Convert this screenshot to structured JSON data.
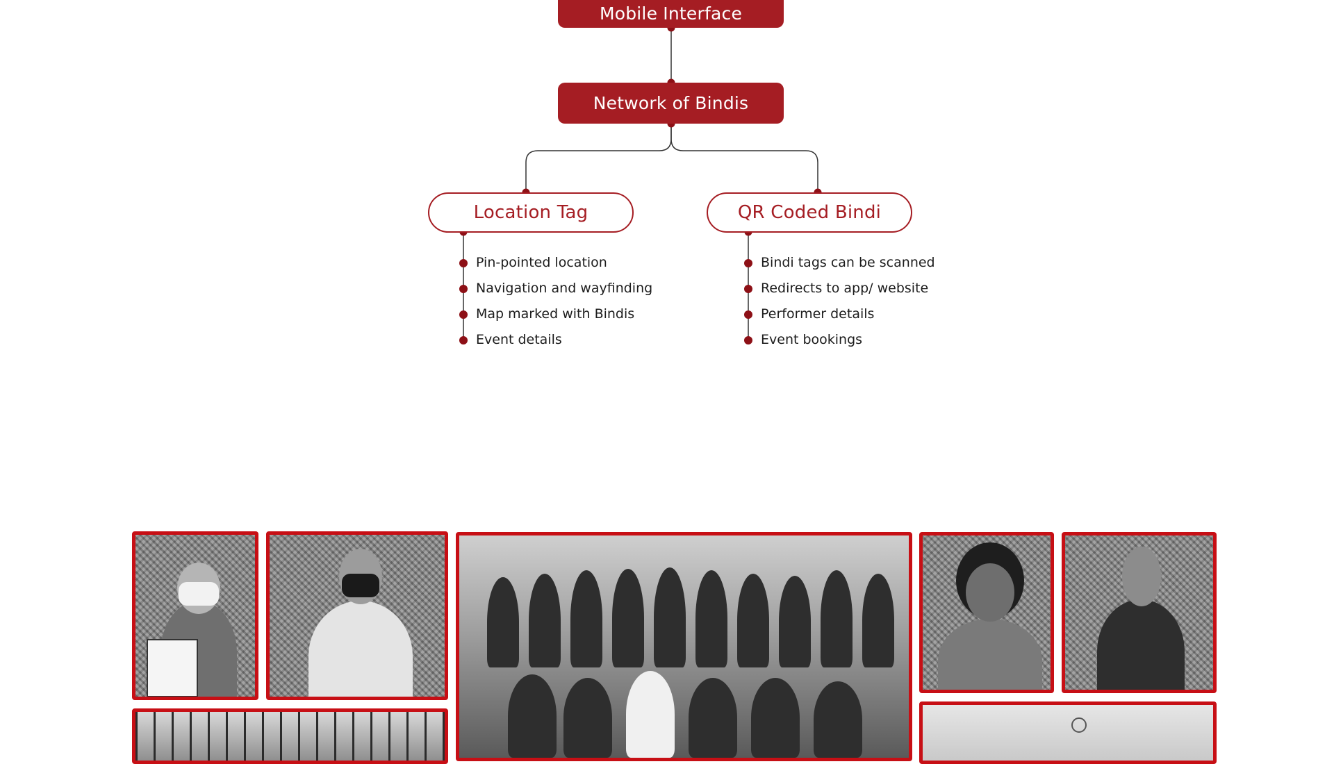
{
  "diagram": {
    "root": {
      "label": "Mobile Interface"
    },
    "hub": {
      "label": "Network of Bindis"
    },
    "branches": [
      {
        "label": "Location Tag",
        "items": [
          "Pin-pointed location",
          "Navigation and wayfinding",
          "Map marked with Bindis",
          "Event details"
        ]
      },
      {
        "label": "QR Coded Bindi",
        "items": [
          "Bindi tags can be scanned",
          "Redirects to app/ website",
          "Performer details",
          "Event bookings"
        ]
      }
    ],
    "colors": {
      "primary": "#a51d23",
      "dot": "#8d1016",
      "line": "#333333",
      "photo_border": "#c70f15"
    }
  },
  "gallery": {
    "photos": [
      {
        "name": "photo-masked-person-with-drawing"
      },
      {
        "name": "photo-person-black-mask-arms-raised"
      },
      {
        "name": "photo-dance-group"
      },
      {
        "name": "photo-curly-hair-person-speaking"
      },
      {
        "name": "photo-long-hair-person-speaking"
      },
      {
        "name": "photo-person-at-railing"
      },
      {
        "name": "photo-indoor-room"
      }
    ]
  }
}
